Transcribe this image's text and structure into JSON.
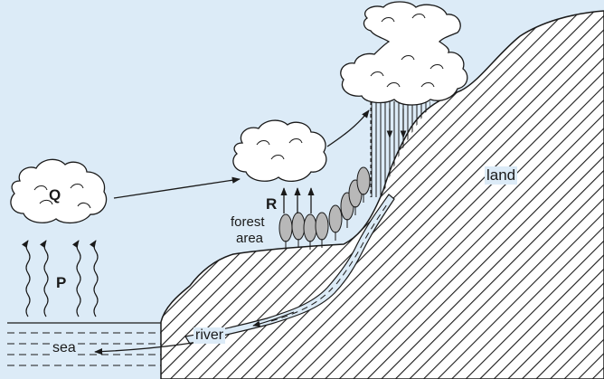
{
  "labels": {
    "Q": "Q",
    "P": "P",
    "R": "R",
    "forest_line1": "forest",
    "forest_line2": "area",
    "land": "land",
    "river": "river",
    "sea": "sea"
  },
  "colors": {
    "background": "#dcebf7",
    "cloud_fill": "#ffffff",
    "outline": "#1a1a1a",
    "tree_fill": "#b8b8b8",
    "hatch": "#1a1a1a"
  },
  "icons": {
    "cloud": "cloud-icon",
    "tree": "tree-icon",
    "evaporation": "wavy-arrow-icon",
    "flow": "arrow-icon"
  }
}
